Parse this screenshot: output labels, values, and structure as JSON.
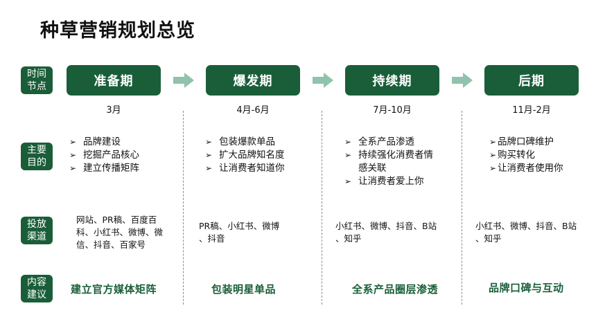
{
  "title": "种草营销规划总览",
  "colors": {
    "brand_green": "#1a5e39",
    "arrow_green": "#8fc3ab"
  },
  "row_labels": {
    "time": "时间\n节点",
    "goal": "主要\n目的",
    "channel": "投放\n渠道",
    "content": "内容\n建议"
  },
  "phases": [
    {
      "name": "准备期",
      "date": "3月",
      "goals": [
        "品牌建设",
        "挖掘产品核心",
        "建立传播矩阵"
      ],
      "channels": "网站、PR稿、百度百\n科、小红书、微博、微\n信、抖音、百家号",
      "content": "建立官方媒体矩阵"
    },
    {
      "name": "爆发期",
      "date": "4月-6月",
      "goals": [
        "包装爆款单品",
        "扩大品牌知名度",
        "让消费者知道你"
      ],
      "channels": "PR稿、小红书、微博\n、抖音",
      "content": "包装明星单品"
    },
    {
      "name": "持续期",
      "date": "7月-10月",
      "goals": [
        "全系产品渗透",
        "持续强化消费者情\n感关联",
        "让消费者爱上你"
      ],
      "channels": "小红书、微博、抖音、B站\n、知乎",
      "content": "全系产品圈层渗透"
    },
    {
      "name": "后期",
      "date": "11月-2月",
      "goals": [
        "品牌口碑维护",
        "购买转化",
        "让消费者使用你"
      ],
      "channels": "小红书、微博、抖音、B站\n、知乎",
      "content": "品牌口碑与互动"
    }
  ]
}
